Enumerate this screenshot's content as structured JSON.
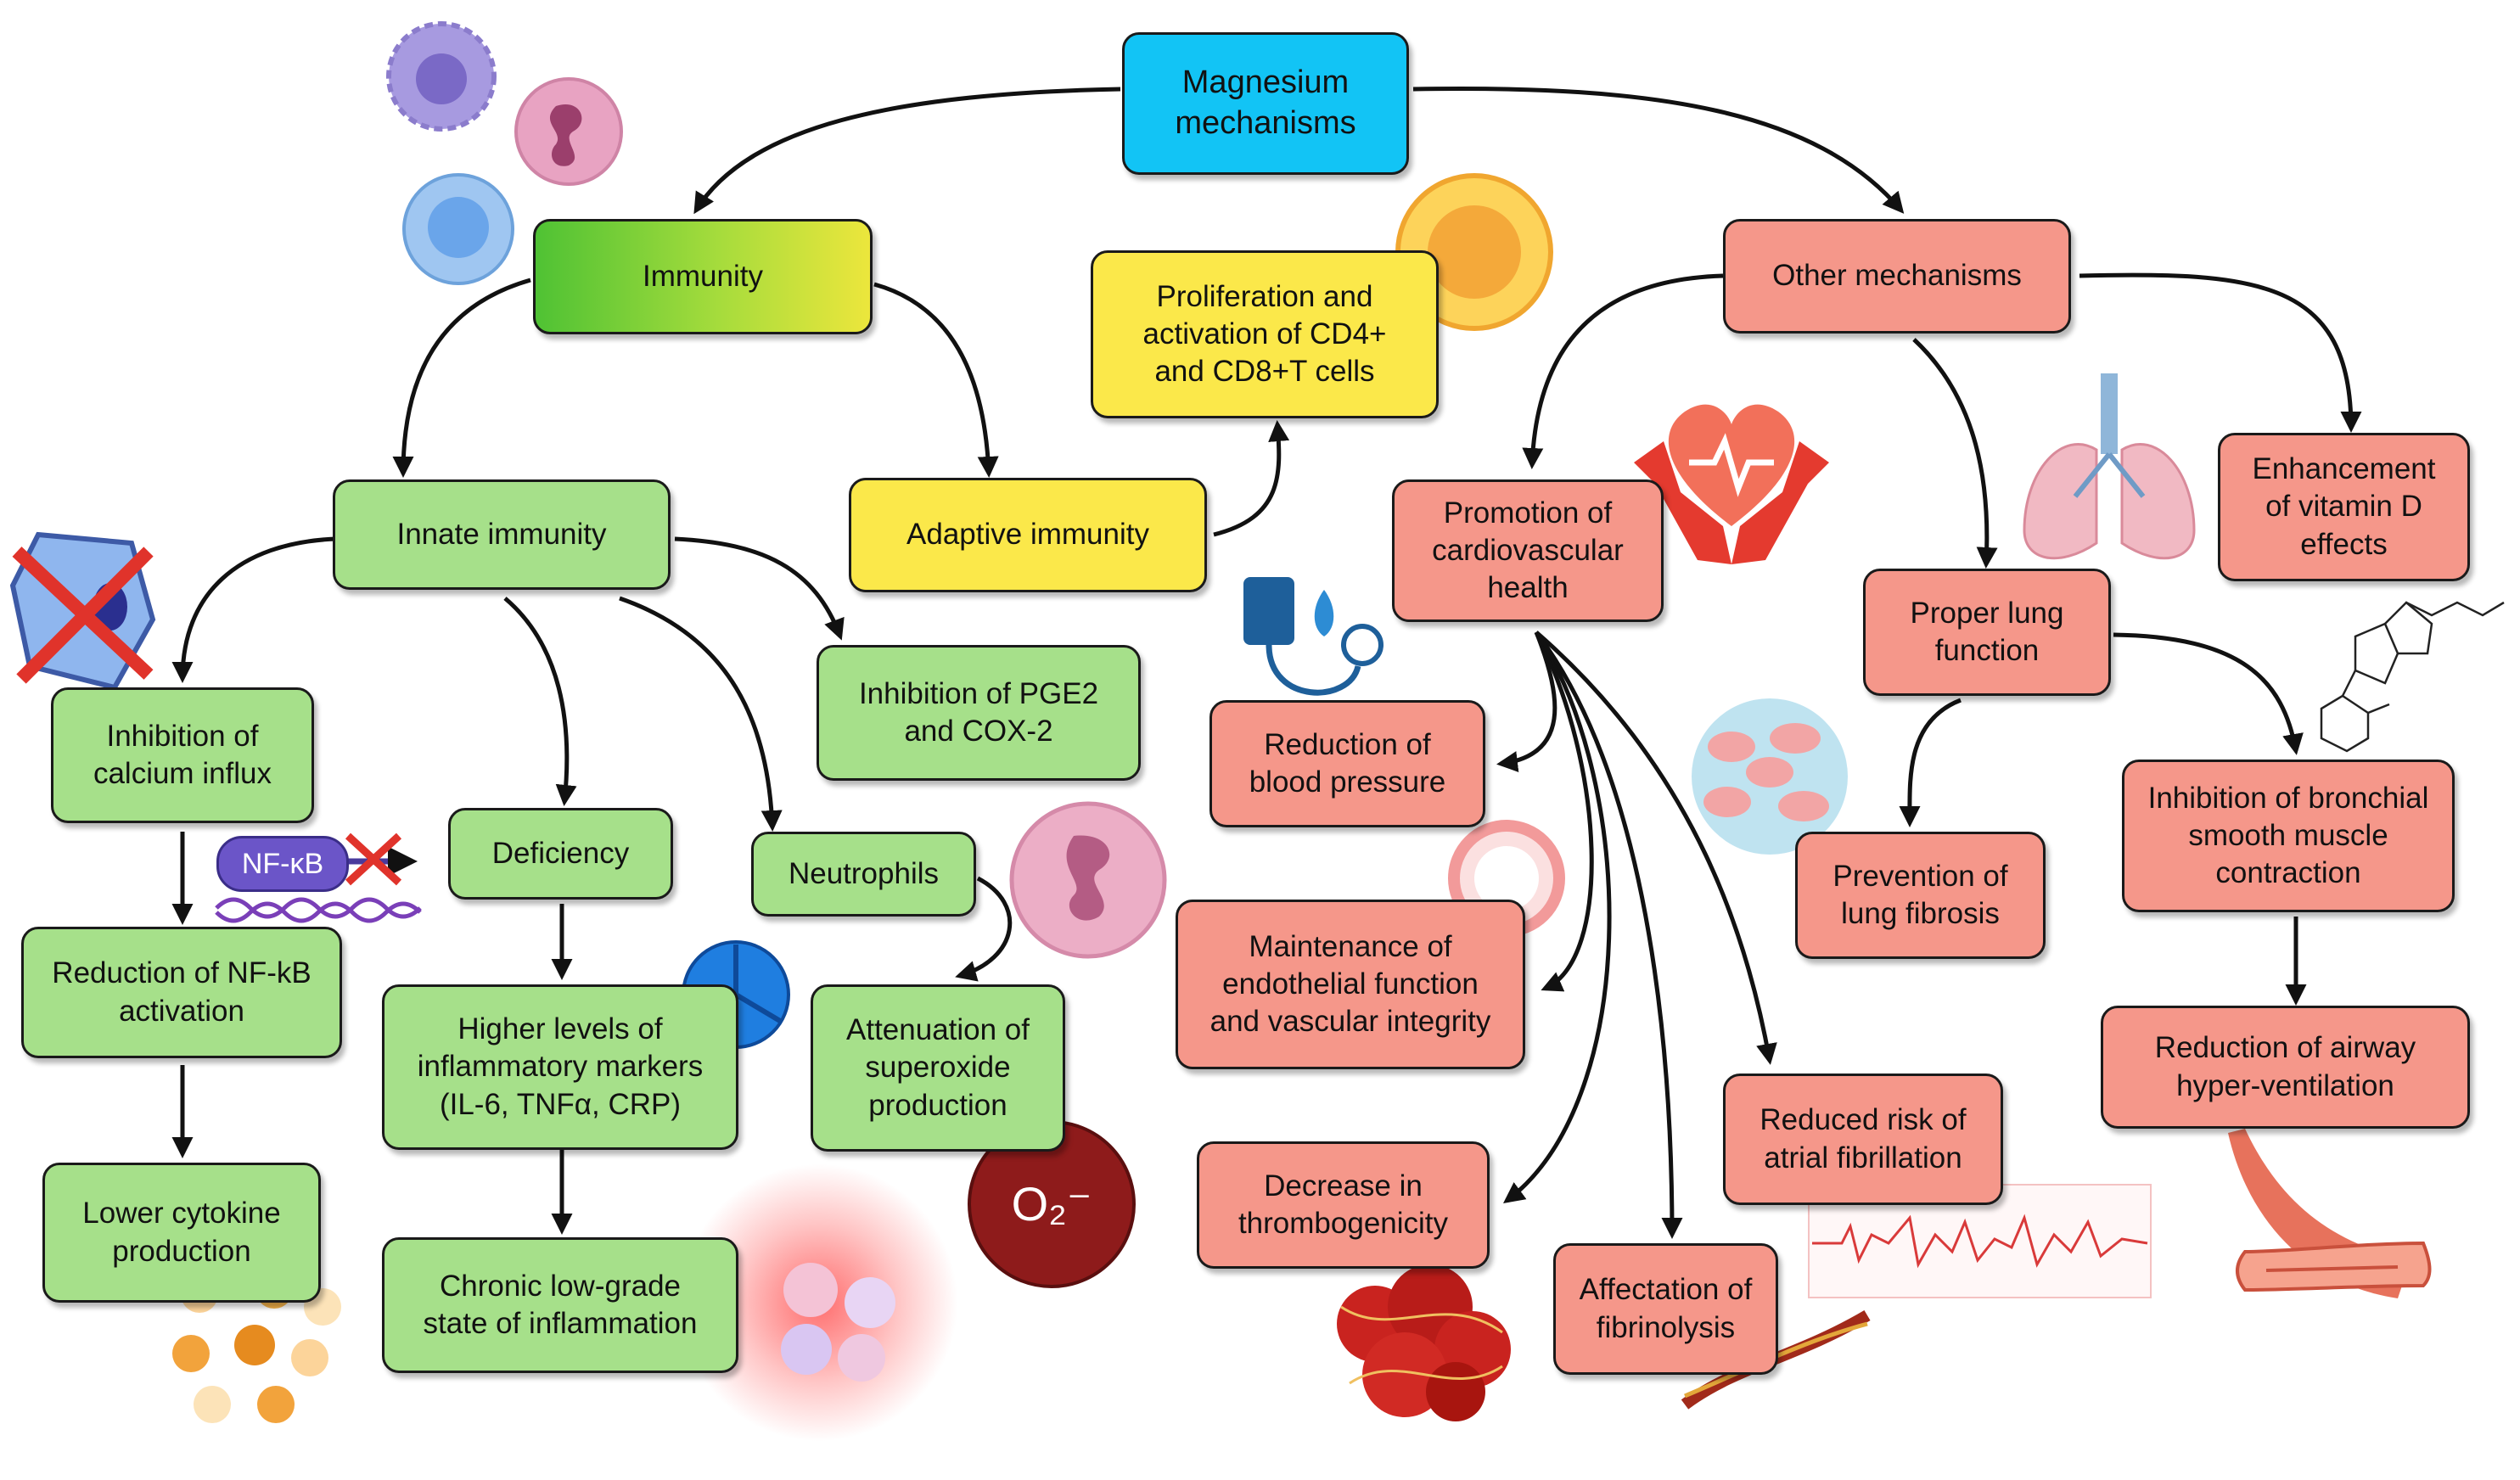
{
  "diagram": {
    "root": "Magnesium\nmechanisms",
    "immunity": {
      "title": "Immunity",
      "innate": "Innate immunity",
      "adaptive": "Adaptive immunity",
      "t_cells": "Proliferation and\nactivation of CD4+\nand CD8+T cells",
      "calcium": "Inhibition of\ncalcium influx",
      "nfkb_reduction": "Reduction of NF-kB\nactivation",
      "cytokine": "Lower cytokine\nproduction",
      "deficiency": "Deficiency",
      "markers": "Higher levels of\ninflammatory markers\n(IL-6, TNFα, CRP)",
      "chronic": "Chronic low-grade\nstate of inflammation",
      "neutrophils": "Neutrophils",
      "superoxide": "Attenuation of\nsuperoxide\nproduction",
      "pge2": "Inhibition of PGE2\nand COX-2"
    },
    "other": {
      "title": "Other mechanisms",
      "cardio": "Promotion of\ncardiovascular\nhealth",
      "blood_pressure": "Reduction of\nblood pressure",
      "endothelial": "Maintenance of\nendothelial function\nand vascular integrity",
      "thrombo": "Decrease in\nthrombogenicity",
      "fibrinolysis": "Affectation of\nfibrinolysis",
      "atrial": "Reduced risk of\natrial fibrillation",
      "lung": "Proper lung\nfunction",
      "fibrosis": "Prevention of\nlung fibrosis",
      "bronchial": "Inhibition of bronchial\nsmooth muscle\ncontraction",
      "airway": "Reduction of airway\nhyper-ventilation",
      "vitd": "Enhancement\nof vitamin D\neffects"
    }
  },
  "icon_labels": {
    "nfkb": "NF-κB",
    "superoxide": "O₂⁻"
  },
  "colors": {
    "root": "#12c4f5",
    "immunity_gradient": [
      "#4fc234",
      "#ece63c"
    ],
    "innate": "#a6e08a",
    "adaptive": "#fbe84a",
    "other": "#f5978a",
    "arrow": "#111111"
  },
  "icons": [
    "lymphocyte-icon",
    "eosinophil-icon",
    "monocyte-icon",
    "t-cell-icon",
    "blocked-channel-icon",
    "nfkb-blocked-icon",
    "cytokine-granules-icon",
    "receptor-trimer-icon",
    "inflamed-cells-icon",
    "neutrophil-icon",
    "superoxide-icon",
    "heart-hands-icon",
    "blood-pressure-monitor-icon",
    "blood-vessel-ring-icon",
    "blood-clot-icon",
    "fibrin-strand-icon",
    "ecg-trace-icon",
    "lungs-icon",
    "lung-tissue-icon",
    "vitamin-d-molecule-icon",
    "airway-tube-icon"
  ]
}
